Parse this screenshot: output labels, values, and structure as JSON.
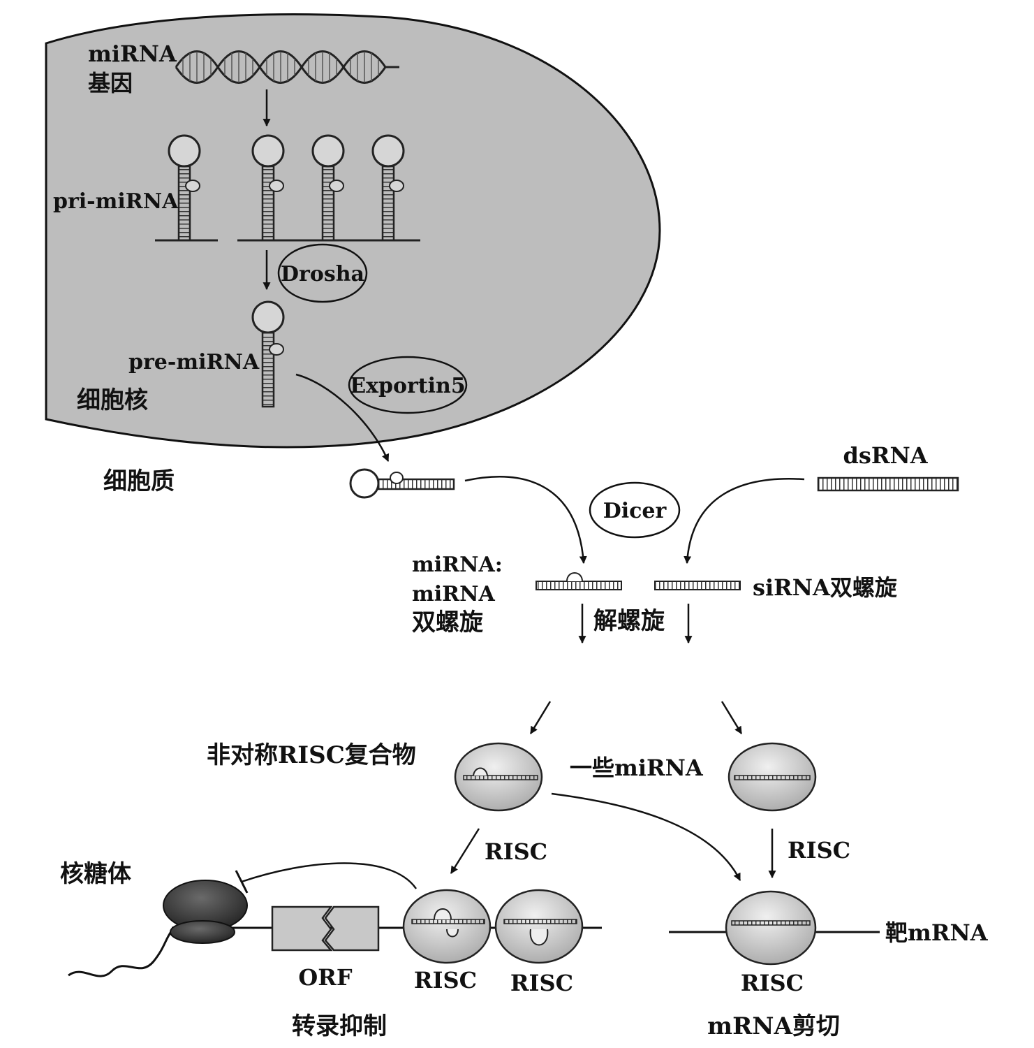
{
  "labels": {
    "mirna_gene_line1": "miRNA",
    "mirna_gene_line2": "基因",
    "pri_mirna": "pri-miRNA",
    "drosha": "Drosha",
    "pre_mirna": "pre-miRNA",
    "exportin": "Exportin5",
    "nucleus": "细胞核",
    "cytoplasm": "细胞质",
    "dsrna": "dsRNA",
    "dicer": "Dicer",
    "duplex_line1": "miRNA:",
    "duplex_line2": "miRNA",
    "duplex_line3": "双螺旋",
    "sirna_duplex": "siRNA双螺旋",
    "unwinding": "解螺旋",
    "asymmetric_risc": "非对称RISC复合物",
    "some_mirna": "一些miRNA",
    "risc_left": "RISC",
    "risc_right": "RISC",
    "ribosome": "核糖体",
    "orf": "ORF",
    "risc_bottom_1": "RISC",
    "risc_bottom_2": "RISC",
    "risc_bottom_3": "RISC",
    "target_mrna": "靶mRNA",
    "translation_repression": "转录抑制",
    "mrna_cleavage": "mRNA剪切"
  },
  "colors": {
    "nucleus_fill": "#bdbdbd",
    "outline": "#111111",
    "risc_fill": "#d4d4d4",
    "ribosome_fill": "#3a3a3a",
    "orf_fill": "#c8c8c8"
  }
}
